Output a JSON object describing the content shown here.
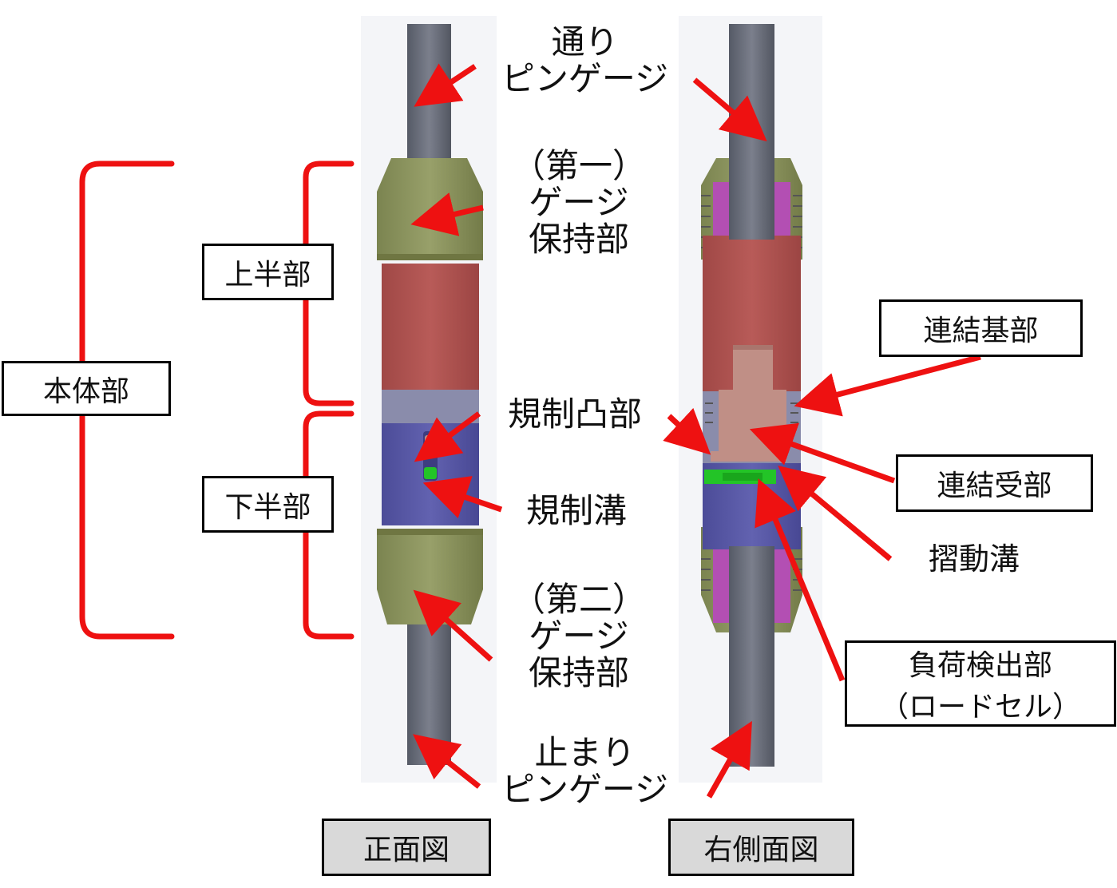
{
  "views": {
    "front": "正面図",
    "side": "右側面図"
  },
  "labels": {
    "go_gauge_line1": "通り",
    "go_gauge_line2": "ピンゲージ",
    "first_holder_line1": "（第一）",
    "first_holder_line2": "ゲージ",
    "first_holder_line3": "保持部",
    "regulating_protrusion": "規制凸部",
    "regulating_groove": "規制溝",
    "second_holder_line1": "（第二）",
    "second_holder_line2": "ゲージ",
    "second_holder_line3": "保持部",
    "nogo_gauge_line1": "止まり",
    "nogo_gauge_line2": "ピンゲージ",
    "sliding_groove": "摺動溝"
  },
  "boxes": {
    "body": "本体部",
    "upper_half": "上半部",
    "lower_half": "下半部",
    "connection_base": "連結基部",
    "connection_receiver": "連結受部",
    "load_detector_line1": "負荷検出部",
    "load_detector_line2": "（ロードセル）"
  },
  "colors": {
    "arrow": "#ee1111",
    "bracket": "#ee1111",
    "pin": "#6e7280",
    "holder": "#8d9660",
    "upper": "#b25553",
    "lower": "#5b5ba8",
    "ring": "#8a8cab",
    "inner": "#c08f86",
    "pocket": "#b34fb3",
    "loadcell": "#23c427"
  }
}
